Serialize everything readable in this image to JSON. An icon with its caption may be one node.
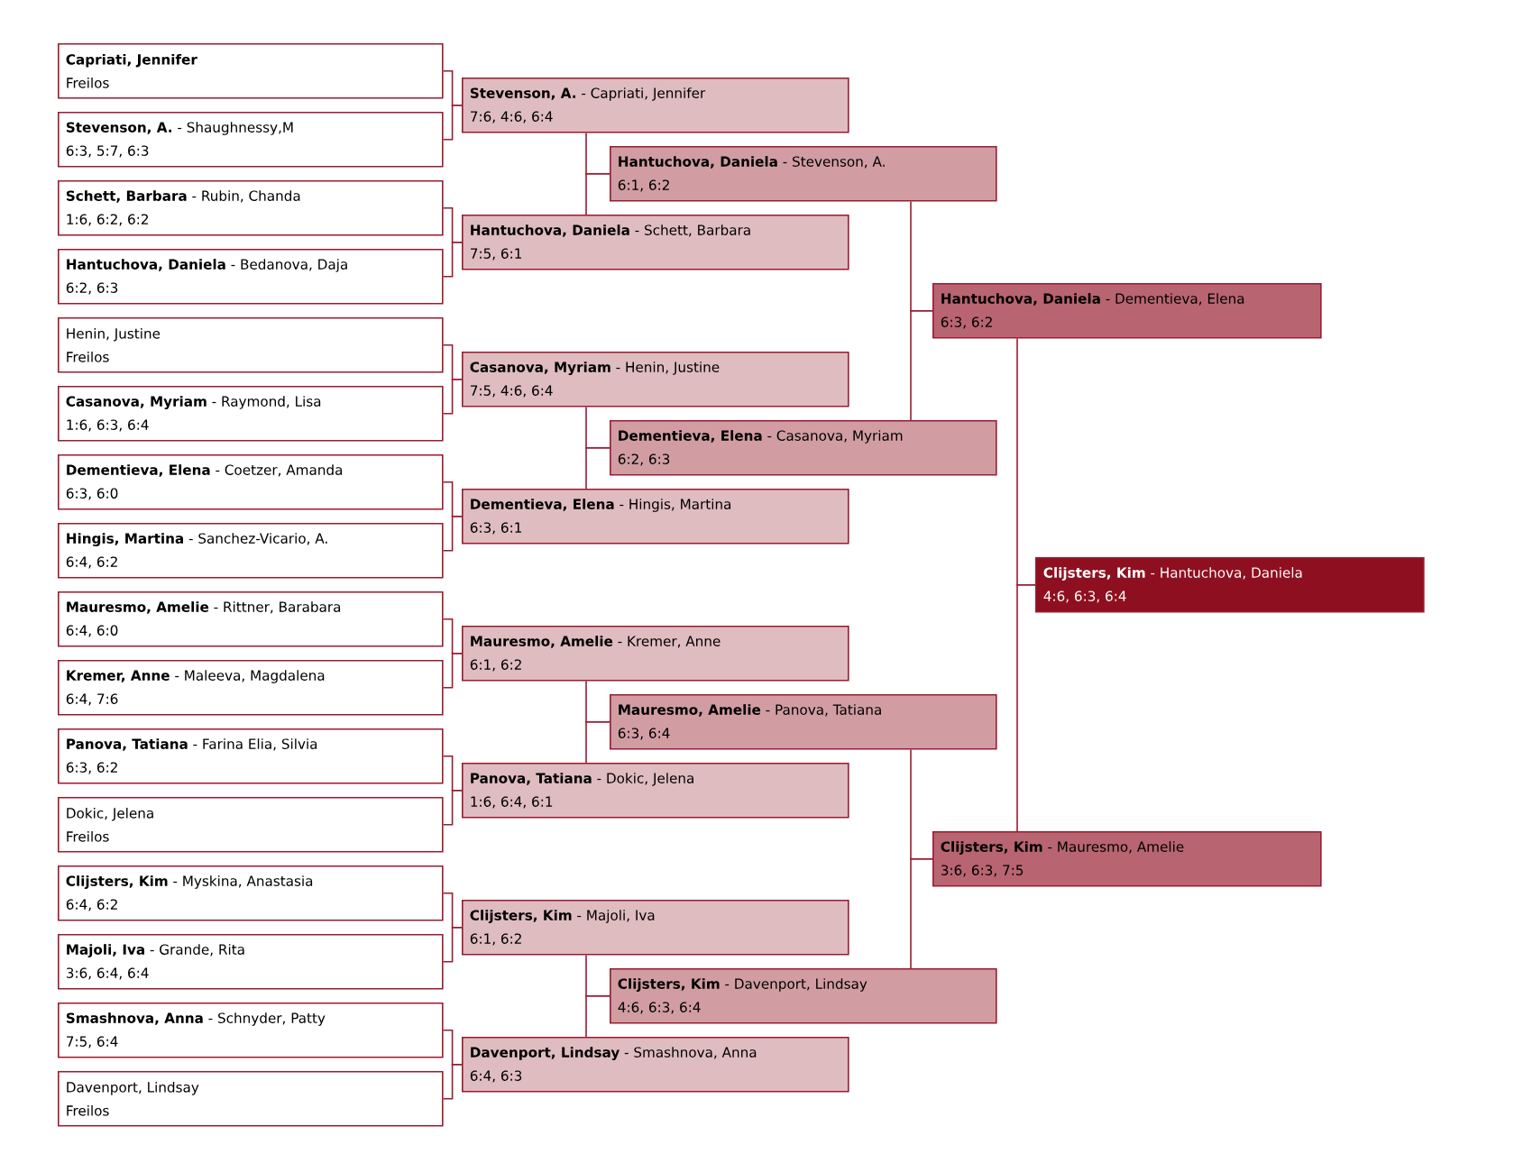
{
  "diagram": {
    "nodes": [
      {
        "text": [
          "**Capriati, Jennifer**",
          "Freilos"
        ]
      },
      {
        "text": [
          "**Stevenson, A.** - Shaughnessy,M",
          "6:3, 5:7, 6:3"
        ]
      },
      {
        "text": [
          "**Schett, Barbara** - Rubin, Chanda",
          "1:6, 6:2, 6:2"
        ]
      },
      {
        "text": [
          "**Hantuchova, Daniela** - Bedanova, Daja",
          "6:2, 6:3"
        ]
      },
      {
        "text": [
          "Henin, Justine",
          "Freilos"
        ]
      },
      {
        "text": [
          "**Casanova, Myriam** - Raymond, Lisa",
          "1:6, 6:3, 6:4"
        ]
      },
      {
        "text": [
          "**Dementieva, Elena** - Coetzer, Amanda",
          "6:3, 6:0"
        ]
      },
      {
        "text": [
          "**Hingis, Martina** - Sanchez-Vicario, A.",
          "6:4, 6:2"
        ]
      },
      {
        "text": [
          "**Mauresmo, Amelie** - Rittner, Barabara",
          "6:4, 6:0"
        ]
      },
      {
        "text": [
          "**Kremer, Anne** - Maleeva, Magdalena",
          "6:4, 7:6"
        ]
      },
      {
        "text": [
          "**Panova, Tatiana** - Farina Elia, Silvia",
          "6:3, 6:2"
        ]
      },
      {
        "text": [
          "Dokic, Jelena",
          "Freilos"
        ]
      },
      {
        "text": [
          "**Clijsters, Kim** - Myskina, Anastasia",
          "6:4, 6:2"
        ]
      },
      {
        "text": [
          "**Majoli, Iva** - Grande, Rita",
          "3:6, 6:4, 6:4"
        ]
      },
      {
        "text": [
          "**Smashnova, Anna** - Schnyder, Patty",
          "7:5, 6:4"
        ]
      },
      {
        "text": [
          "Davenport, Lindsay",
          "Freilos"
        ]
      },
      {
        "text": [
          "**Stevenson, A.** - Capriati, Jennifer",
          "7:6, 4:6, 6:4"
        ]
      },
      {
        "text": [
          "**Hantuchova, Daniela** - Schett, Barbara",
          "7:5, 6:1"
        ]
      },
      {
        "text": [
          "**Casanova, Myriam** - Henin, Justine",
          "7:5, 4:6, 6:4"
        ]
      },
      {
        "text": [
          "**Dementieva, Elena** - Hingis, Martina",
          "6:3, 6:1"
        ]
      },
      {
        "text": [
          "**Mauresmo, Amelie** - Kremer, Anne",
          "6:1, 6:2"
        ]
      },
      {
        "text": [
          "**Panova, Tatiana** - Dokic, Jelena",
          "1:6, 6:4, 6:1"
        ]
      },
      {
        "text": [
          "**Clijsters, Kim** - Majoli, Iva",
          "6:1, 6:2"
        ]
      },
      {
        "text": [
          "**Davenport, Lindsay** - Smashnova, Anna",
          "6:4, 6:3"
        ]
      },
      {
        "text": [
          "**Hantuchova, Daniela** - Stevenson, A.",
          "6:1, 6:2"
        ]
      },
      {
        "text": [
          "**Dementieva, Elena** - Casanova, Myriam",
          "6:2, 6:3"
        ]
      },
      {
        "text": [
          "**Mauresmo, Amelie** - Panova, Tatiana",
          "6:3, 6:4"
        ]
      },
      {
        "text": [
          "**Clijsters, Kim** - Davenport, Lindsay",
          "4:6, 6:3, 6:4"
        ]
      },
      {
        "text": [
          "**Hantuchova, Daniela** - Dementieva, Elena",
          "6:3, 6:2"
        ]
      },
      {
        "text": [
          "**Clijsters, Kim** - Mauresmo, Amelie",
          "3:6, 6:3, 7:5"
        ]
      },
      {
        "text": [
          "**Clijsters, Kim** - Hantuchova, Daniela",
          "4:6, 6:3, 6:4"
        ]
      }
    ],
    "edges": [
      {
        "from": 0,
        "to": 16,
        "arrow": "none"
      },
      {
        "from": 1,
        "to": 16,
        "arrow": "none"
      },
      {
        "from": 2,
        "to": 17,
        "arrow": "none"
      },
      {
        "from": 3,
        "to": 17,
        "arrow": "none"
      },
      {
        "from": 4,
        "to": 18,
        "arrow": "none"
      },
      {
        "from": 5,
        "to": 18,
        "arrow": "none"
      },
      {
        "from": 6,
        "to": 19,
        "arrow": "none"
      },
      {
        "from": 7,
        "to": 19,
        "arrow": "none"
      },
      {
        "from": 8,
        "to": 20,
        "arrow": "none"
      },
      {
        "from": 9,
        "to": 20,
        "arrow": "none"
      },
      {
        "from": 10,
        "to": 21,
        "arrow": "none"
      },
      {
        "from": 11,
        "to": 21,
        "arrow": "none"
      },
      {
        "from": 12,
        "to": 22,
        "arrow": "none"
      },
      {
        "from": 13,
        "to": 22,
        "arrow": "none"
      },
      {
        "from": 14,
        "to": 23,
        "arrow": "none"
      },
      {
        "from": 15,
        "to": 23,
        "arrow": "none"
      },
      {
        "from": 16,
        "to": 24,
        "arrow": "none"
      },
      {
        "from": 17,
        "to": 24,
        "arrow": "none"
      },
      {
        "from": 18,
        "to": 25,
        "arrow": "none"
      },
      {
        "from": 19,
        "to": 25,
        "arrow": "none"
      },
      {
        "from": 20,
        "to": 26,
        "arrow": "none"
      },
      {
        "from": 21,
        "to": 26,
        "arrow": "none"
      },
      {
        "from": 22,
        "to": 27,
        "arrow": "none"
      },
      {
        "from": 23,
        "to": 27,
        "arrow": "none"
      },
      {
        "from": 24,
        "to": 28,
        "arrow": "none"
      },
      {
        "from": 25,
        "to": 28,
        "arrow": "none"
      },
      {
        "from": 26,
        "to": 29,
        "arrow": "none"
      },
      {
        "from": 27,
        "to": 29,
        "arrow": "none"
      },
      {
        "from": 28,
        "to": 30,
        "arrow": "none"
      },
      {
        "from": 29,
        "to": 30,
        "arrow": "none"
      }
    ]
  }
}
